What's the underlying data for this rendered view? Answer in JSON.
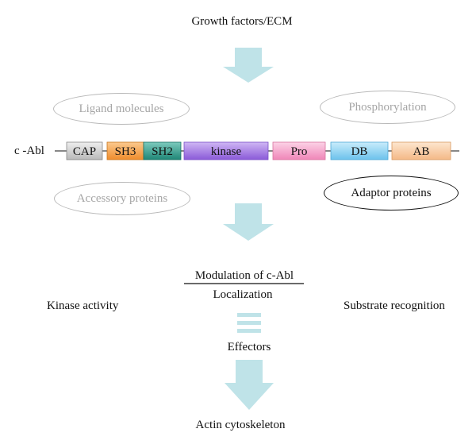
{
  "top_label": "Growth factors/ECM",
  "ellipses": {
    "ligand": "Ligand molecules",
    "phosphorylation": "Phosphorylation",
    "accessory": "Accessory proteins",
    "adaptor": "Adaptor proteins"
  },
  "protein": {
    "name": "c -Abl",
    "domains": [
      {
        "label": "CAP",
        "color": "#d7d7d7"
      },
      {
        "label": "SH3",
        "color": "#f6a54b"
      },
      {
        "label": "SH2",
        "color": "#3aa394"
      },
      {
        "label": "kinase",
        "color": "#a97fe6"
      },
      {
        "label": "Pro",
        "color": "#f7a8cf"
      },
      {
        "label": "DB",
        "color": "#8fd3f4"
      },
      {
        "label": "AB",
        "color": "#f9cfa4"
      }
    ]
  },
  "modulation": {
    "title": "Modulation of c-Abl",
    "localization": "Localization",
    "kinase_activity": "Kinase activity",
    "substrate_recognition": "Substrate recognition"
  },
  "effectors": "Effectors",
  "bottom_label": "Actin cytoskeleton",
  "colors": {
    "arrow": "#bfe3e8",
    "arrow_dark": "#a9d6dc",
    "line": "#111111"
  }
}
